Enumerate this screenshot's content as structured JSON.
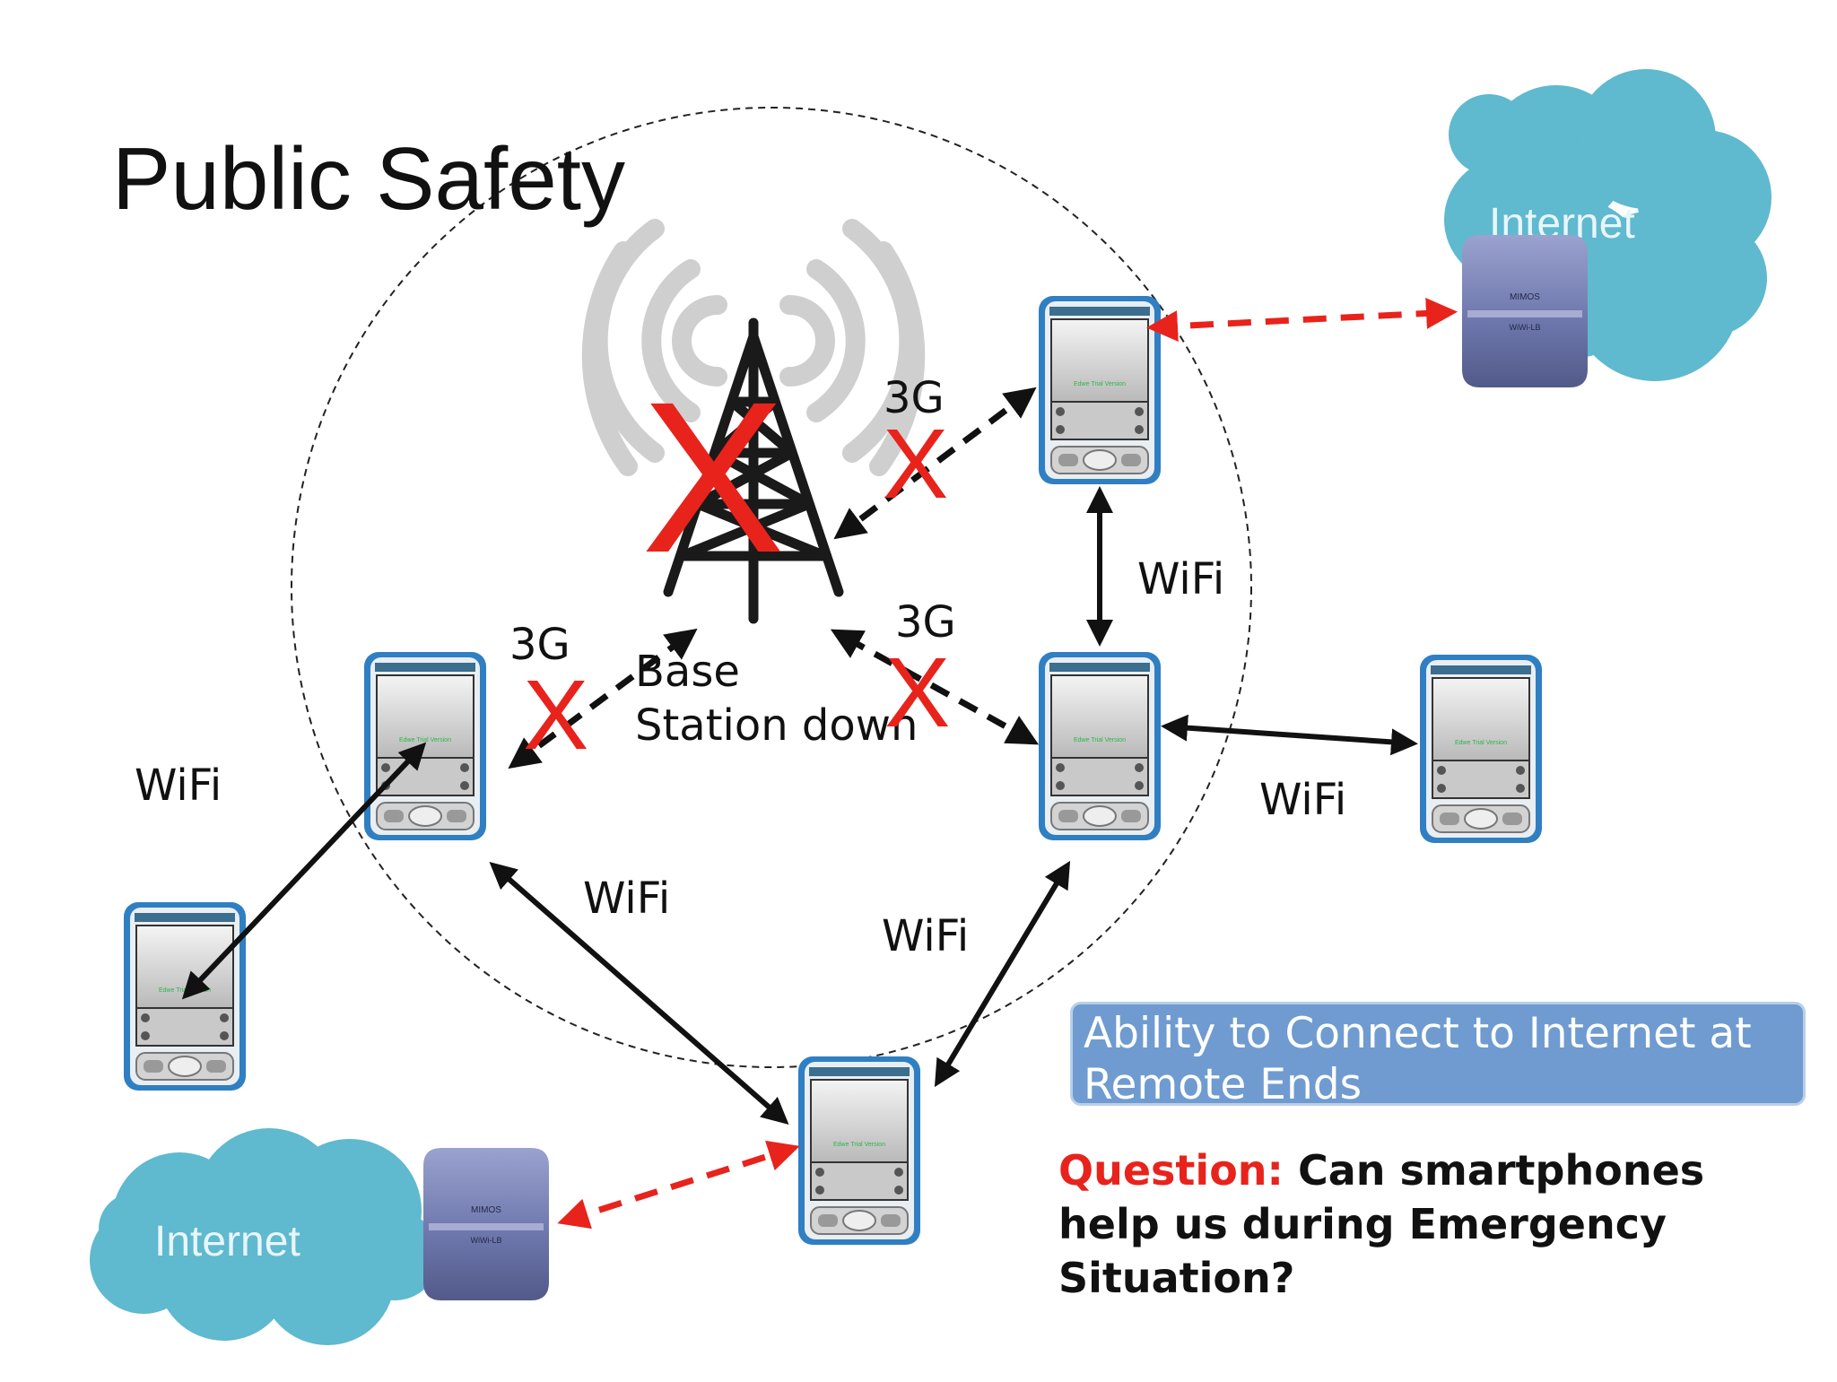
{
  "slide": {
    "title": "Public Safety",
    "base_station_label_line1": "Base",
    "base_station_label_line2": "Station down"
  },
  "links": {
    "label_3g": "3G",
    "label_wifi": "WiFi",
    "broken_mark": "X"
  },
  "clouds": [
    {
      "label": "Internet"
    },
    {
      "label": "Internet"
    }
  ],
  "router": {
    "brand": "MIMOS",
    "model": "WiWi-LB"
  },
  "device_screen_text": "Edwe Trial Version",
  "callout": {
    "text": "Ability to Connect to Internet at Remote Ends"
  },
  "question": {
    "label": "Question:",
    "text": "Can smartphones help us during Emergency Situation?"
  },
  "colors": {
    "cloud": "#5fb9cf",
    "broken_link": "#e8231c",
    "wifi_link": "#111111",
    "callout_fill": "#6f9bd0",
    "router": "#7680b5"
  }
}
